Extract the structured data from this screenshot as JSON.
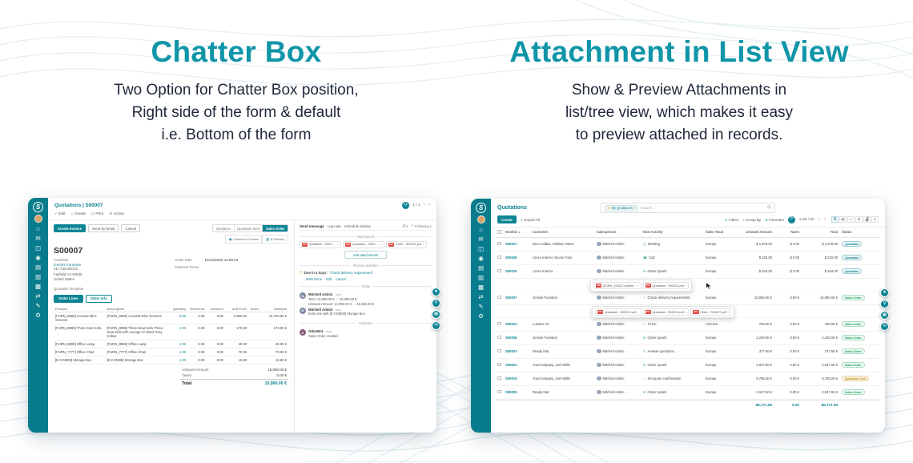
{
  "hero": {
    "left_title": "Chatter Box",
    "left_desc1": "Two Option for Chatter Box position,",
    "left_desc2": "Right side of the form & default",
    "left_desc3": "i.e. Bottom of the form",
    "right_title": "Attachment in List View",
    "right_desc1": "Show & Preview Attachments in",
    "right_desc2": "list/tree view, which makes it easy",
    "right_desc3": "to preview attached in records."
  },
  "brand": {
    "logo_letter": "S",
    "accent": "#0b8494",
    "green": "#1e9e62",
    "pdf_red": "#e0433e"
  },
  "icons": {
    "check": "✓",
    "plus": "+",
    "print": "⊡",
    "gear": "⚙",
    "refresh": "⟳",
    "prev": "‹",
    "next": "›",
    "star": "★",
    "x": "×",
    "clock": "◷",
    "globe": "◉",
    "truck": "▥",
    "download": "↧",
    "caret_down": "▼",
    "menu": "≡",
    "mail": "✉",
    "sort_up": "▴",
    "pdf": "PDF",
    "dot": "•"
  },
  "sidebar_icons": [
    {
      "name": "home",
      "glyph": "⌂"
    },
    {
      "name": "discuss",
      "glyph": "✉"
    },
    {
      "name": "calendar",
      "glyph": "◫"
    },
    {
      "name": "crm",
      "glyph": "◉"
    },
    {
      "name": "sales",
      "glyph": "▤"
    },
    {
      "name": "dashboards",
      "glyph": "▥"
    },
    {
      "name": "inventory",
      "glyph": "▩"
    },
    {
      "name": "purchase",
      "glyph": "⇄"
    },
    {
      "name": "notes",
      "glyph": "✎"
    },
    {
      "name": "settings",
      "glyph": "⚙"
    }
  ],
  "side_widget": [
    {
      "name": "bookmark",
      "glyph": "★"
    },
    {
      "name": "search",
      "glyph": "⚲"
    },
    {
      "name": "apps",
      "glyph": "▦"
    },
    {
      "name": "chat",
      "glyph": "✉"
    }
  ],
  "form_view": {
    "breadcrumb": "Quotations | S00007",
    "pager": "1 / 1",
    "toolbar_edit": "Edit",
    "toolbar_create": "Create",
    "toolbar_print": "Print",
    "toolbar_action": "Action",
    "btn_create_invoice": "Create Invoice",
    "btn_send_email": "Send by Email",
    "btn_cancel": "Cancel",
    "status_quotation": "Quotation",
    "status_quotation_sent": "Quotation Sent",
    "status_sales_order": "Sales Order",
    "smart_preview": "Customer Preview",
    "smart_delivery_count": "2",
    "smart_delivery_label": "Delivery",
    "record_name": "S00007",
    "customer_label": "Customer",
    "customer_name": "Gemini Furniture",
    "customer_addr1": "317 Fairchild Dr",
    "customer_addr2": "Fairfield CA 94535",
    "customer_addr3": "United States",
    "order_date_label": "Order Date",
    "order_date": "10/12/2022 11:00:23",
    "payment_terms_label": "Payment Terms",
    "quotation_template_label": "Quotation Template",
    "tab_order_lines": "Order Lines",
    "tab_other_info": "Other Info",
    "col_product": "Product",
    "col_description": "Description",
    "col_quantity": "Quantity",
    "col_delivered": "Delivered",
    "col_invoiced": "Invoiced",
    "col_unit_price": "Unit Price",
    "col_taxes": "Taxes",
    "col_subtotal": "Subtotal",
    "lines": [
      {
        "product": "[FURN_6666] Acoustic Bloc Screens",
        "desc": "[FURN_6666] Acoustic Bloc Screens",
        "qty": "5.00",
        "delivered": "0.00",
        "invoiced": "0.00",
        "price": "2,950.00",
        "subtotal": "14,750.00 €"
      },
      {
        "product": "[FURN_8999] Three-Seat Sofa",
        "desc": "[FURN_8999] Three-Seat Sofa Three-Seat Sofa with Lounger in Steel Grey Colour",
        "qty": "1.00",
        "delivered": "0.00",
        "invoiced": "0.00",
        "price": "170.00",
        "subtotal": "170.00 €"
      },
      {
        "product": "[FURN_8888] Office Lamp",
        "desc": "[FURN_8888] Office Lamp",
        "qty": "1.00",
        "delivered": "0.00",
        "invoiced": "0.00",
        "price": "40.00",
        "subtotal": "40.00 €"
      },
      {
        "product": "[FURN_7777] Office Chair",
        "desc": "[FURN_7777] Office Chair",
        "qty": "1.00",
        "delivered": "0.00",
        "invoiced": "0.00",
        "price": "70.00",
        "subtotal": "70.00 €"
      },
      {
        "product": "[E-COM08] Storage Box",
        "desc": "[E-COM08] Storage Box",
        "qty": "1.00",
        "delivered": "0.00",
        "invoiced": "0.00",
        "price": "15.80",
        "subtotal": "15.80 €"
      }
    ],
    "untaxed_label": "Untaxed Amount",
    "untaxed": "15,060.00 €",
    "taxes_label": "Taxes",
    "taxes": "0.00 €",
    "total_label": "Total",
    "total": "15,060.00 €",
    "chatter": {
      "send_message": "Send message",
      "log_note": "Log note",
      "schedule_activity": "Schedule activity",
      "attach_count": "2",
      "follower_count": "1",
      "following": "Following",
      "attachments_title": "Attachments",
      "attachments": [
        "Quotation - S00022.pdf",
        "Quotation - S00010.pdf",
        "Order - S00007.pdf"
      ],
      "add_attachments": "Add attachments",
      "planned_title": "Planned activities",
      "activity_due": "Due in 4 days:",
      "activity_summary": "\"Check delivery requirement\"",
      "activity_mark_done": "Mark Done",
      "activity_edit": "Edit",
      "activity_cancel": "Cancel",
      "today": "Today",
      "yesterday": "Yesterday",
      "messages_today": [
        {
          "author": "Mitchell Admin",
          "time": "- now",
          "avatar": "M",
          "kind": "admin",
          "line1": "Total: 14,950.00 € → 15,060.00 €",
          "line2": "Untaxed Amount: 14,950.00 € → 15,060.00 €"
        },
        {
          "author": "Mitchell Admin",
          "time": "- now",
          "avatar": "M",
          "kind": "admin",
          "line1": "Extra line with [E-COM08] Storage Box"
        }
      ],
      "messages_yesterday": [
        {
          "author": "OdooBot",
          "time": "- now",
          "avatar": "O",
          "kind": "bot",
          "line1": "Sales Order created"
        }
      ]
    }
  },
  "list_view": {
    "title": "Quotations",
    "search_chip": "My Quotations",
    "search_placeholder": "Search...",
    "btn_create": "Create",
    "btn_export": "Export All",
    "filters": "Filters",
    "group_by": "Group By",
    "favorites": "Favorites",
    "pager": "1-80 / 80",
    "col_number": "Number",
    "col_customer": "Customer",
    "col_salesperson": "Salesperson",
    "col_next_activity": "Next Activity",
    "col_sales_team": "Sales Team",
    "col_untaxed": "Untaxed Amount",
    "col_taxes": "Taxes",
    "col_total": "Total",
    "col_status": "Status",
    "rows_a": [
      {
        "number": "S00027",
        "customer": "Deco Addict, Addison Olson",
        "salesperson": "Mitchell Admin",
        "activity_icon": "◫",
        "activity": "Meeting",
        "team": "Europe",
        "untaxed": "$ 1,878.00",
        "taxes": "$ 0.00",
        "total": "$ 1,878.00",
        "status": "Quotation",
        "variant": "quotation"
      },
      {
        "number": "S00026",
        "customer": "Azure Interior, Nicole Ford",
        "salesperson": "Mitchell Admin",
        "activity_icon": "☎",
        "activity": "Call",
        "team": "Europe",
        "untaxed": "$ 320.00",
        "taxes": "$ 0.00",
        "total": "$ 320.00",
        "status": "Quotation",
        "variant": "quotation"
      },
      {
        "number": "S00025",
        "customer": "Azure Interior",
        "salesperson": "Mitchell Admin",
        "activity_icon": "✉",
        "activity": "Order Upsell",
        "team": "Europe",
        "untaxed": "$ 344.00",
        "taxes": "$ 0.00",
        "total": "$ 344.00",
        "status": "Quotation",
        "variant": "quotation"
      }
    ],
    "rows_b": [
      {
        "number": "S00007",
        "customer": "Gemini Furniture",
        "salesperson": "Mitchell Admin",
        "activity_icon": "✓",
        "activity": "Check delivery requirements",
        "team": "Europe",
        "untaxed": "15,060.00 €",
        "taxes": "0.00 €",
        "total": "15,060.00 €",
        "status": "Sales Order",
        "variant": "sales"
      }
    ],
    "rows_c": [
      {
        "number": "S00024",
        "customer": "Lumber Inc",
        "salesperson": "Mitchell Admin",
        "activity_icon": "✓",
        "activity": "To Do",
        "team": "America",
        "untaxed": "750.00 €",
        "taxes": "0.00 €",
        "total": "750.00 €",
        "status": "Sales Order",
        "variant": "sales"
      },
      {
        "number": "S00006",
        "customer": "Gemini Furniture",
        "salesperson": "Mitchell Admin",
        "activity_icon": "✉",
        "activity": "Order Upsell",
        "team": "Europe",
        "untaxed": "2,240.00 €",
        "taxes": "0.00 €",
        "total": "2,240.00 €",
        "status": "Sales Order",
        "variant": "sales"
      },
      {
        "number": "S00003",
        "customer": "Ready Mat",
        "salesperson": "Mitchell Admin",
        "activity_icon": "✎",
        "activity": "Answer questions",
        "team": "Europe",
        "untaxed": "377.50 €",
        "taxes": "0.00 €",
        "total": "377.50 €",
        "status": "Sales Order",
        "variant": "sales"
      },
      {
        "number": "S00021",
        "customer": "YourCompany, Joel Willis",
        "salesperson": "Mitchell Admin",
        "activity_icon": "✉",
        "activity": "Order Upsell",
        "team": "Europe",
        "untaxed": "2,947.50 €",
        "taxes": "0.00 €",
        "total": "2,947.50 €",
        "status": "Sales Order",
        "variant": "sales"
      },
      {
        "number": "S00019",
        "customer": "YourCompany, Joel Willis",
        "salesperson": "Mitchell Admin",
        "activity_icon": "✓",
        "activity": "Set quote confirmation",
        "team": "Europe",
        "untaxed": "9,755.00 €",
        "taxes": "0.00 €",
        "total": "9,755.00 €",
        "status": "Quotation Sent",
        "variant": "sent"
      },
      {
        "number": "S00005",
        "customer": "Ready Mat",
        "salesperson": "Mitchell Admin",
        "activity_icon": "✉",
        "activity": "Order Upsell",
        "team": "Europe",
        "untaxed": "2,947.50 €",
        "taxes": "0.00 €",
        "total": "2,947.50 €",
        "status": "Sales Order",
        "variant": "sales"
      }
    ],
    "popover1_chips": [
      "[FURN_0269] Customi...",
      "Quotation - S00023.pdf"
    ],
    "popover2_chips": [
      "Quotation - S00022.pdf",
      "Quotation - S00010.pdf",
      "Order - S00007.pdf"
    ],
    "footer_untaxed": "86,771.50",
    "footer_taxes": "0.00",
    "footer_total": "86,771.50"
  }
}
